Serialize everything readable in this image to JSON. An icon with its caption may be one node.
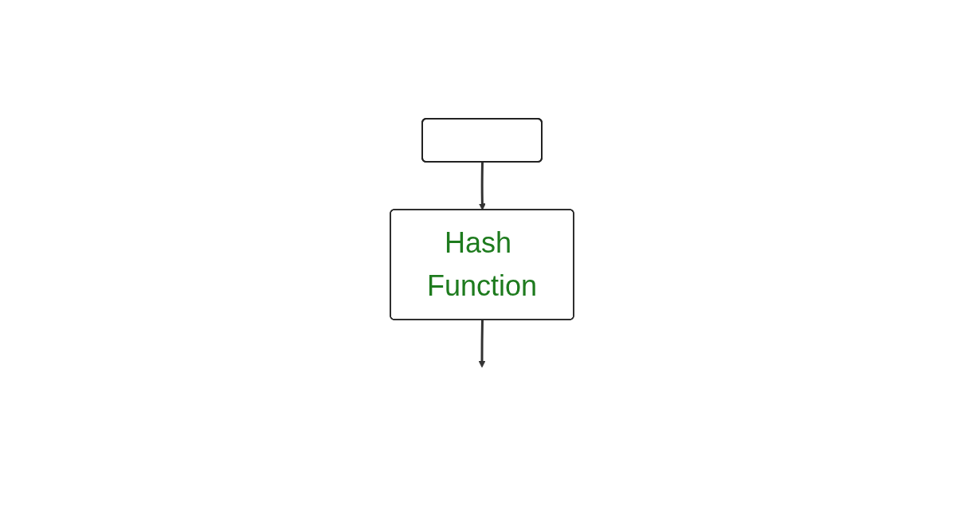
{
  "diagram": {
    "nodes": [
      {
        "text": [],
        "shape": "box"
      },
      {
        "text": [
          "Hash Function"
        ]
      }
    ],
    "edges": [
      {
        "from": 0,
        "to": 1,
        "arrow": "to"
      },
      {
        "from": 1,
        "to": null,
        "arrow": "to"
      }
    ]
  }
}
